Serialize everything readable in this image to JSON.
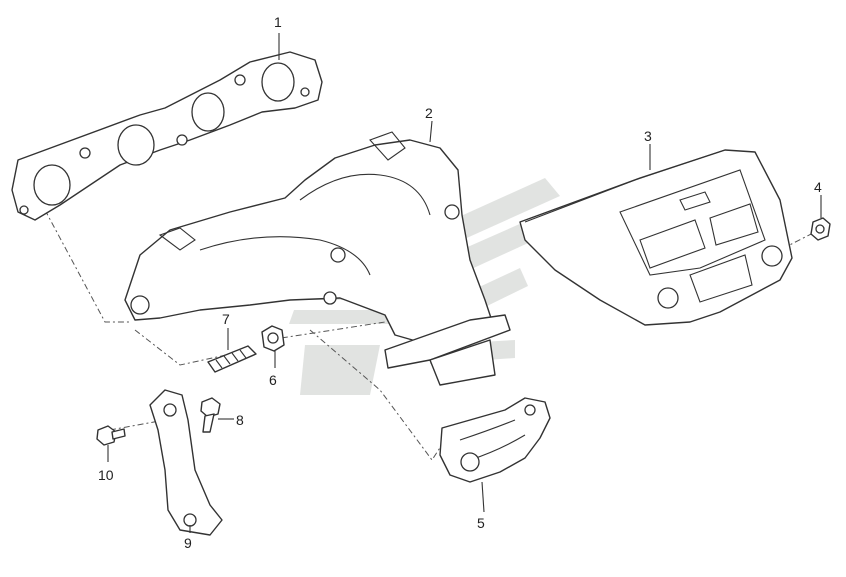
{
  "callouts": [
    {
      "id": "part-1",
      "label": "1"
    },
    {
      "id": "part-2",
      "label": "2"
    },
    {
      "id": "part-3",
      "label": "3"
    },
    {
      "id": "part-4",
      "label": "4"
    },
    {
      "id": "part-5",
      "label": "5"
    },
    {
      "id": "part-6",
      "label": "6"
    },
    {
      "id": "part-7",
      "label": "7"
    },
    {
      "id": "part-8",
      "label": "8"
    },
    {
      "id": "part-9",
      "label": "9"
    },
    {
      "id": "part-10",
      "label": "10"
    }
  ],
  "colors": {
    "line": "#333333",
    "watermark": "#c8ccc8",
    "background": "#ffffff"
  }
}
